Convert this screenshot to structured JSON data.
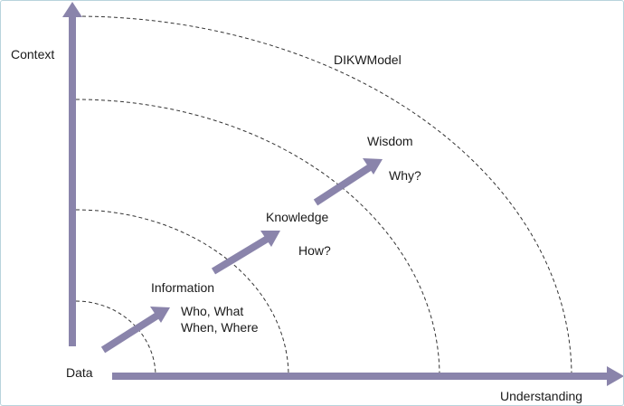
{
  "diagram": {
    "title": "DIKWModel",
    "y_axis_label": "Context",
    "x_axis_label": "Understanding",
    "axis_color": "#8a84ab",
    "arc_color": "#333333",
    "stages": [
      {
        "name": "Data"
      },
      {
        "name": "Information",
        "question_line1": "Who, What",
        "question_line2": "When, Where"
      },
      {
        "name": "Knowledge",
        "question_line1": "How?"
      },
      {
        "name": "Wisdom",
        "question_line1": "Why?"
      }
    ]
  }
}
